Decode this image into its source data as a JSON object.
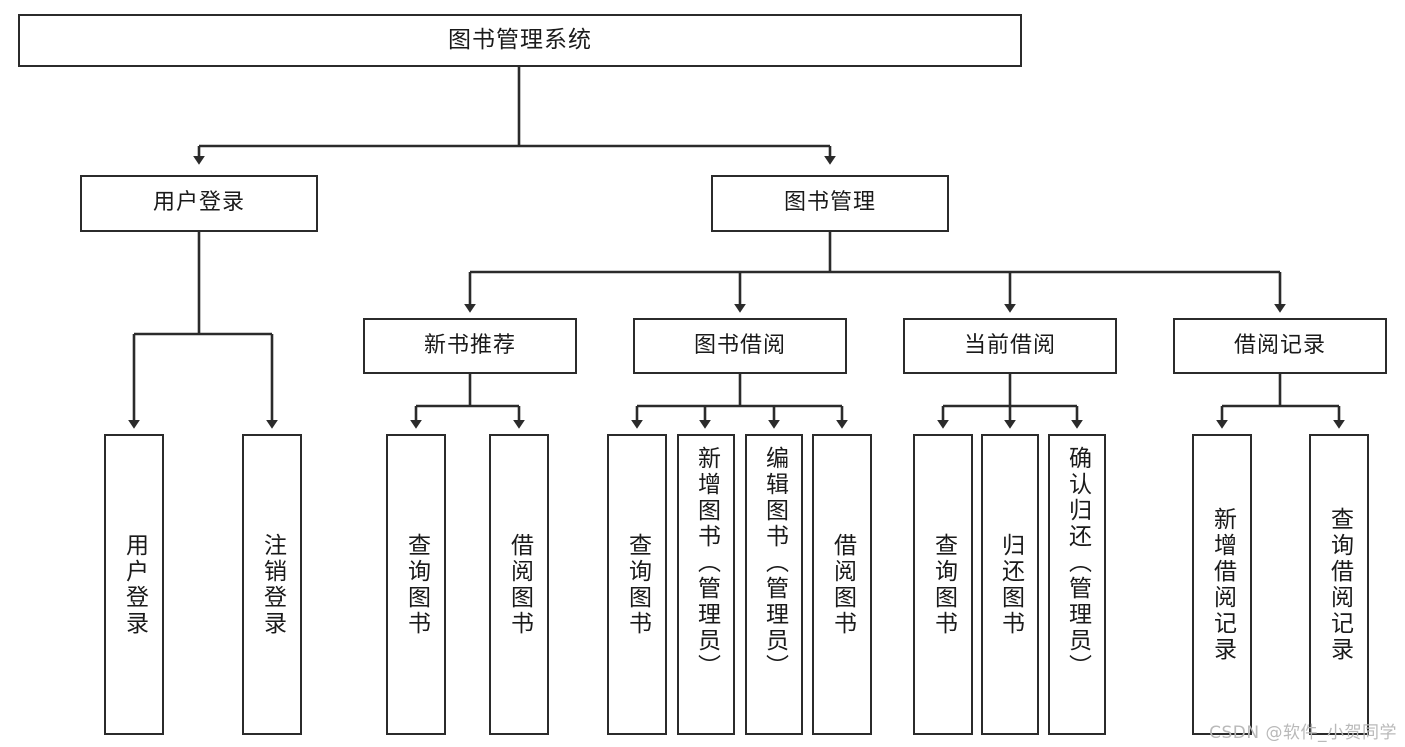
{
  "diagram": {
    "title": "图书管理系统",
    "type": "tree-hierarchy",
    "watermark": "CSDN @软件_小贺同学",
    "colors": {
      "box_border": "#2b2b2b",
      "box_fill": "#ffffff",
      "edge": "#2b2b2b",
      "text": "#1a1a1a",
      "watermark": "#b9b9b9"
    },
    "levels": {
      "root": "图书管理系统",
      "level2": [
        "用户登录",
        "图书管理"
      ],
      "level3": [
        "新书推荐",
        "图书借阅",
        "当前借阅",
        "借阅记录"
      ]
    },
    "nodes": {
      "root": {
        "label": "图书管理系统"
      },
      "user_login": {
        "label": "用户登录"
      },
      "book_manage": {
        "label": "图书管理"
      },
      "new_book_rec": {
        "label": "新书推荐"
      },
      "book_borrow": {
        "label": "图书借阅"
      },
      "current_borrow": {
        "label": "当前借阅"
      },
      "borrow_record": {
        "label": "借阅记录"
      },
      "leaf_user_login": {
        "label": "用户登录"
      },
      "leaf_logout": {
        "label": "注销登录"
      },
      "leaf_query_book_1": {
        "label": "查询图书"
      },
      "leaf_borrow_book_1": {
        "label": "借阅图书"
      },
      "leaf_query_book_2": {
        "label": "查询图书"
      },
      "leaf_add_book": {
        "label": "新增图书（管理员）"
      },
      "leaf_edit_book": {
        "label": "编辑图书（管理员）"
      },
      "leaf_borrow_book_2": {
        "label": "借阅图书"
      },
      "leaf_query_book_3": {
        "label": "查询图书"
      },
      "leaf_return_book": {
        "label": "归还图书"
      },
      "leaf_confirm_return": {
        "label": "确认归还（管理员）"
      },
      "leaf_add_record": {
        "label": "新增借阅记录"
      },
      "leaf_query_record": {
        "label": "查询借阅记录"
      }
    },
    "edges": [
      {
        "from": "root",
        "to": "user_login"
      },
      {
        "from": "root",
        "to": "book_manage"
      },
      {
        "from": "user_login",
        "to": "leaf_user_login"
      },
      {
        "from": "user_login",
        "to": "leaf_logout"
      },
      {
        "from": "book_manage",
        "to": "new_book_rec"
      },
      {
        "from": "book_manage",
        "to": "book_borrow"
      },
      {
        "from": "book_manage",
        "to": "current_borrow"
      },
      {
        "from": "book_manage",
        "to": "borrow_record"
      },
      {
        "from": "new_book_rec",
        "to": "leaf_query_book_1"
      },
      {
        "from": "new_book_rec",
        "to": "leaf_borrow_book_1"
      },
      {
        "from": "book_borrow",
        "to": "leaf_query_book_2"
      },
      {
        "from": "book_borrow",
        "to": "leaf_add_book"
      },
      {
        "from": "book_borrow",
        "to": "leaf_edit_book"
      },
      {
        "from": "book_borrow",
        "to": "leaf_borrow_book_2"
      },
      {
        "from": "current_borrow",
        "to": "leaf_query_book_3"
      },
      {
        "from": "current_borrow",
        "to": "leaf_return_book"
      },
      {
        "from": "current_borrow",
        "to": "leaf_confirm_return"
      },
      {
        "from": "borrow_record",
        "to": "leaf_add_record"
      },
      {
        "from": "borrow_record",
        "to": "leaf_query_record"
      }
    ]
  }
}
